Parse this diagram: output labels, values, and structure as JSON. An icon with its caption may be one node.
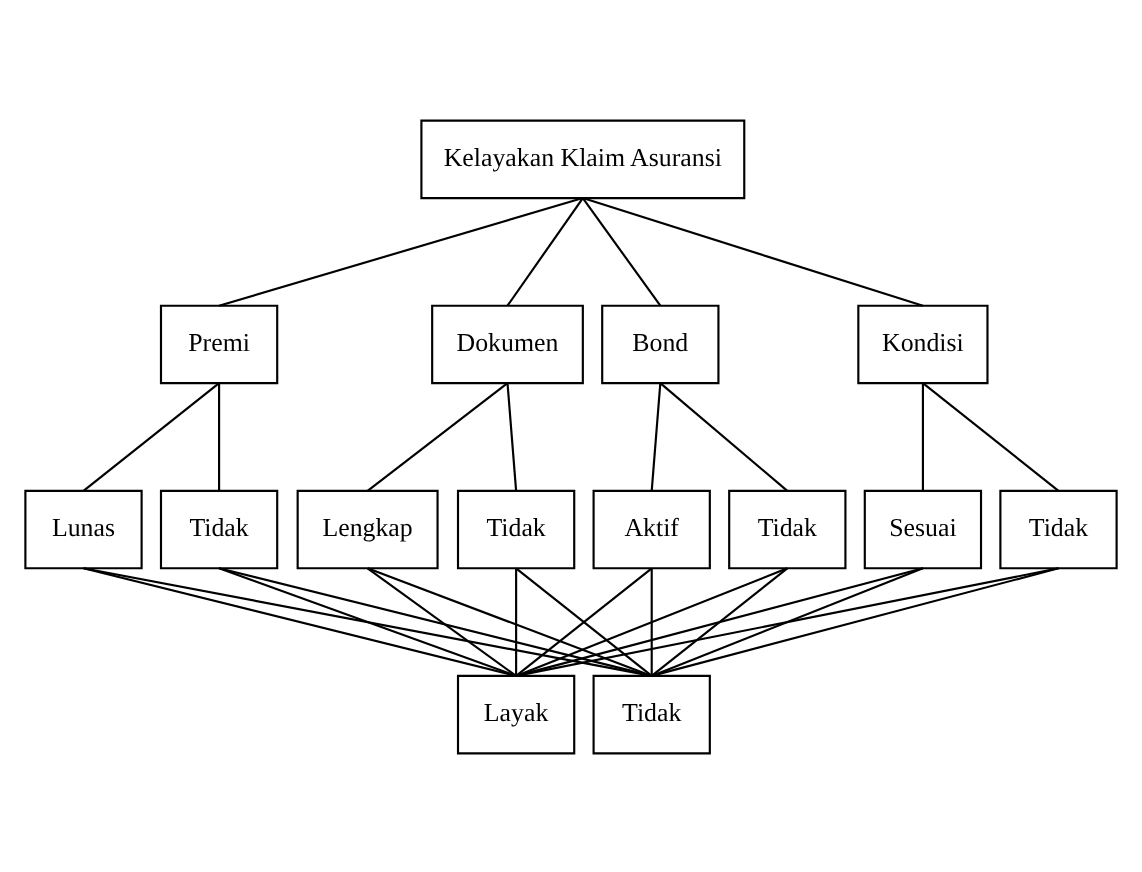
{
  "diagram": {
    "nodes": [
      {
        "text": [
          "Kelayakan Klaim Asuransi"
        ]
      },
      {
        "text": [
          "Premi"
        ]
      },
      {
        "text": [
          "Dokumen"
        ]
      },
      {
        "text": [
          "Bond"
        ]
      },
      {
        "text": [
          "Kondisi"
        ]
      },
      {
        "text": [
          "Lunas"
        ]
      },
      {
        "text": [
          "Tidak"
        ]
      },
      {
        "text": [
          "Lengkap"
        ]
      },
      {
        "text": [
          "Tidak"
        ]
      },
      {
        "text": [
          "Aktif"
        ]
      },
      {
        "text": [
          "Tidak"
        ]
      },
      {
        "text": [
          "Sesuai"
        ]
      },
      {
        "text": [
          "Tidak"
        ]
      },
      {
        "text": [
          "Layak"
        ]
      },
      {
        "text": [
          "Tidak"
        ]
      }
    ],
    "edges": [
      {
        "from": 0,
        "to": 1,
        "arrow": "none"
      },
      {
        "from": 0,
        "to": 2,
        "arrow": "none"
      },
      {
        "from": 0,
        "to": 3,
        "arrow": "none"
      },
      {
        "from": 0,
        "to": 4,
        "arrow": "none"
      },
      {
        "from": 1,
        "to": 5,
        "arrow": "none"
      },
      {
        "from": 1,
        "to": 6,
        "arrow": "none"
      },
      {
        "from": 2,
        "to": 7,
        "arrow": "none"
      },
      {
        "from": 2,
        "to": 8,
        "arrow": "none"
      },
      {
        "from": 3,
        "to": 9,
        "arrow": "none"
      },
      {
        "from": 3,
        "to": 10,
        "arrow": "none"
      },
      {
        "from": 4,
        "to": 11,
        "arrow": "none"
      },
      {
        "from": 4,
        "to": 12,
        "arrow": "none"
      },
      {
        "from": 5,
        "to": 13,
        "arrow": "none"
      },
      {
        "from": 5,
        "to": 14,
        "arrow": "none"
      },
      {
        "from": 6,
        "to": 13,
        "arrow": "none"
      },
      {
        "from": 6,
        "to": 14,
        "arrow": "none"
      },
      {
        "from": 7,
        "to": 13,
        "arrow": "none"
      },
      {
        "from": 7,
        "to": 14,
        "arrow": "none"
      },
      {
        "from": 8,
        "to": 13,
        "arrow": "none"
      },
      {
        "from": 8,
        "to": 14,
        "arrow": "none"
      },
      {
        "from": 9,
        "to": 13,
        "arrow": "none"
      },
      {
        "from": 9,
        "to": 14,
        "arrow": "none"
      },
      {
        "from": 10,
        "to": 13,
        "arrow": "none"
      },
      {
        "from": 10,
        "to": 14,
        "arrow": "none"
      },
      {
        "from": 11,
        "to": 13,
        "arrow": "none"
      },
      {
        "from": 11,
        "to": 14,
        "arrow": "none"
      },
      {
        "from": 12,
        "to": 13,
        "arrow": "none"
      },
      {
        "from": 12,
        "to": 14,
        "arrow": "none"
      }
    ]
  }
}
